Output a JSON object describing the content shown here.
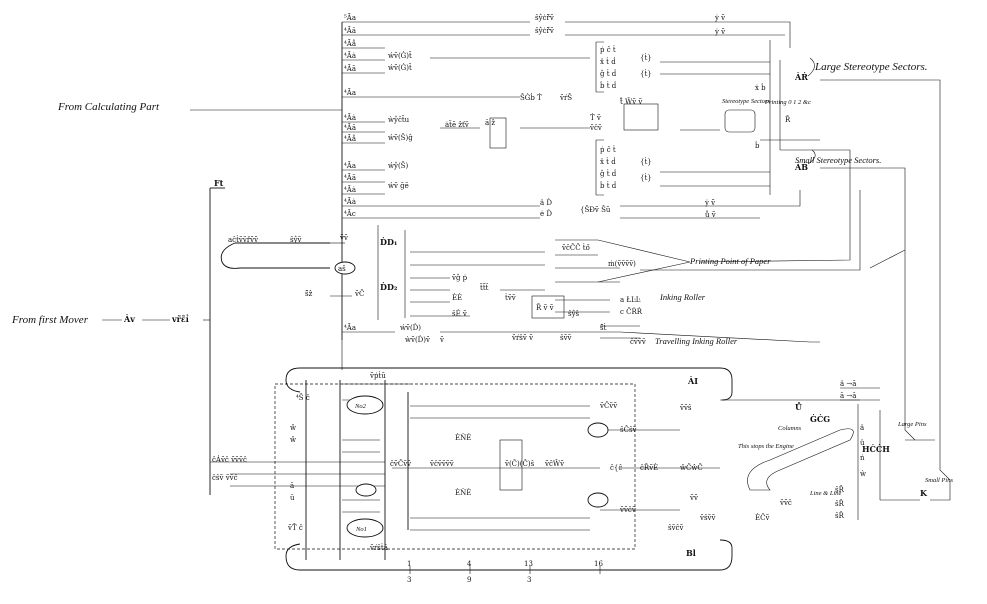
{
  "annotations": {
    "from_calculating_part": "From Calculating Part",
    "from_first_mover": "From first Mover",
    "large_stereotype_sectors": "Large Stereotype Sectors.",
    "small_stereotype_sectors": "Small Stereotype Sectors.",
    "printing_point_of_paper": "Printing Point of Paper",
    "inking_roller": "Inking Roller",
    "travelling_inking_roller": "Travelling Inking Roller",
    "stereotype_sectors_small_label": "Stereotype Sectors",
    "printing_scale": "Printing 0 1 2 &c",
    "large_pins": "Large Pins",
    "small_pins": "Small Pins",
    "this_stops_the_engine": "This stops the Engine",
    "columns": "Columns",
    "line_and_line": "Line & Line",
    "no2": "No2",
    "no1": "No1"
  },
  "input_symbols": {
    "first_mover_1": "Ȧv",
    "first_mover_2": "vr̃ɛ̃ỉ",
    "ft": "Ft",
    "as": "aš",
    "al": "ȦI",
    "bl": "Bl",
    "k": "K",
    "hcch": "HĊĊH",
    "gcg": "ĠĊG",
    "u": "Ů"
  },
  "bottom_scale": {
    "top_numbers": [
      "1",
      "4",
      "13",
      "16"
    ],
    "bottom_numbers": [
      "3",
      "9",
      "3"
    ]
  }
}
